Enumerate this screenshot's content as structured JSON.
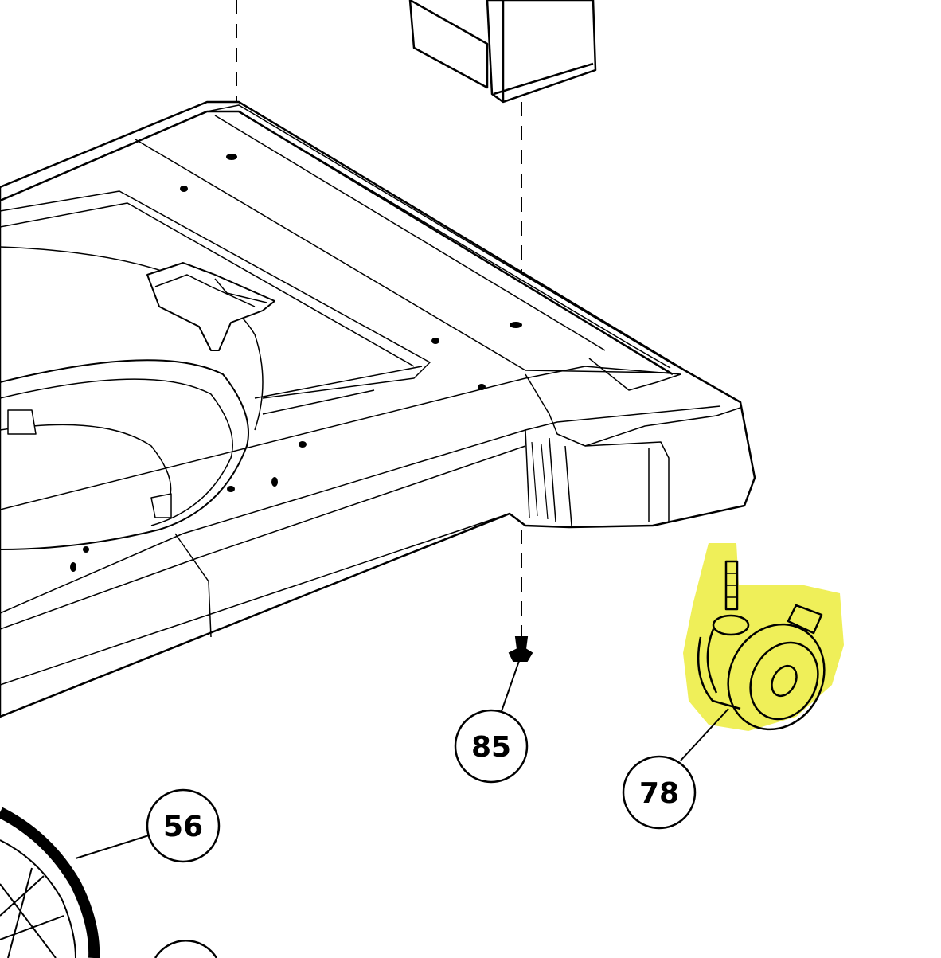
{
  "diagram": {
    "callouts": [
      {
        "id": "85",
        "label": "85",
        "part": "screw"
      },
      {
        "id": "78",
        "label": "78",
        "part": "caster-wheel"
      },
      {
        "id": "56",
        "label": "56",
        "part": "rear-wheel"
      }
    ],
    "highlight_color": "#ecec3c",
    "line_color": "#000000"
  }
}
